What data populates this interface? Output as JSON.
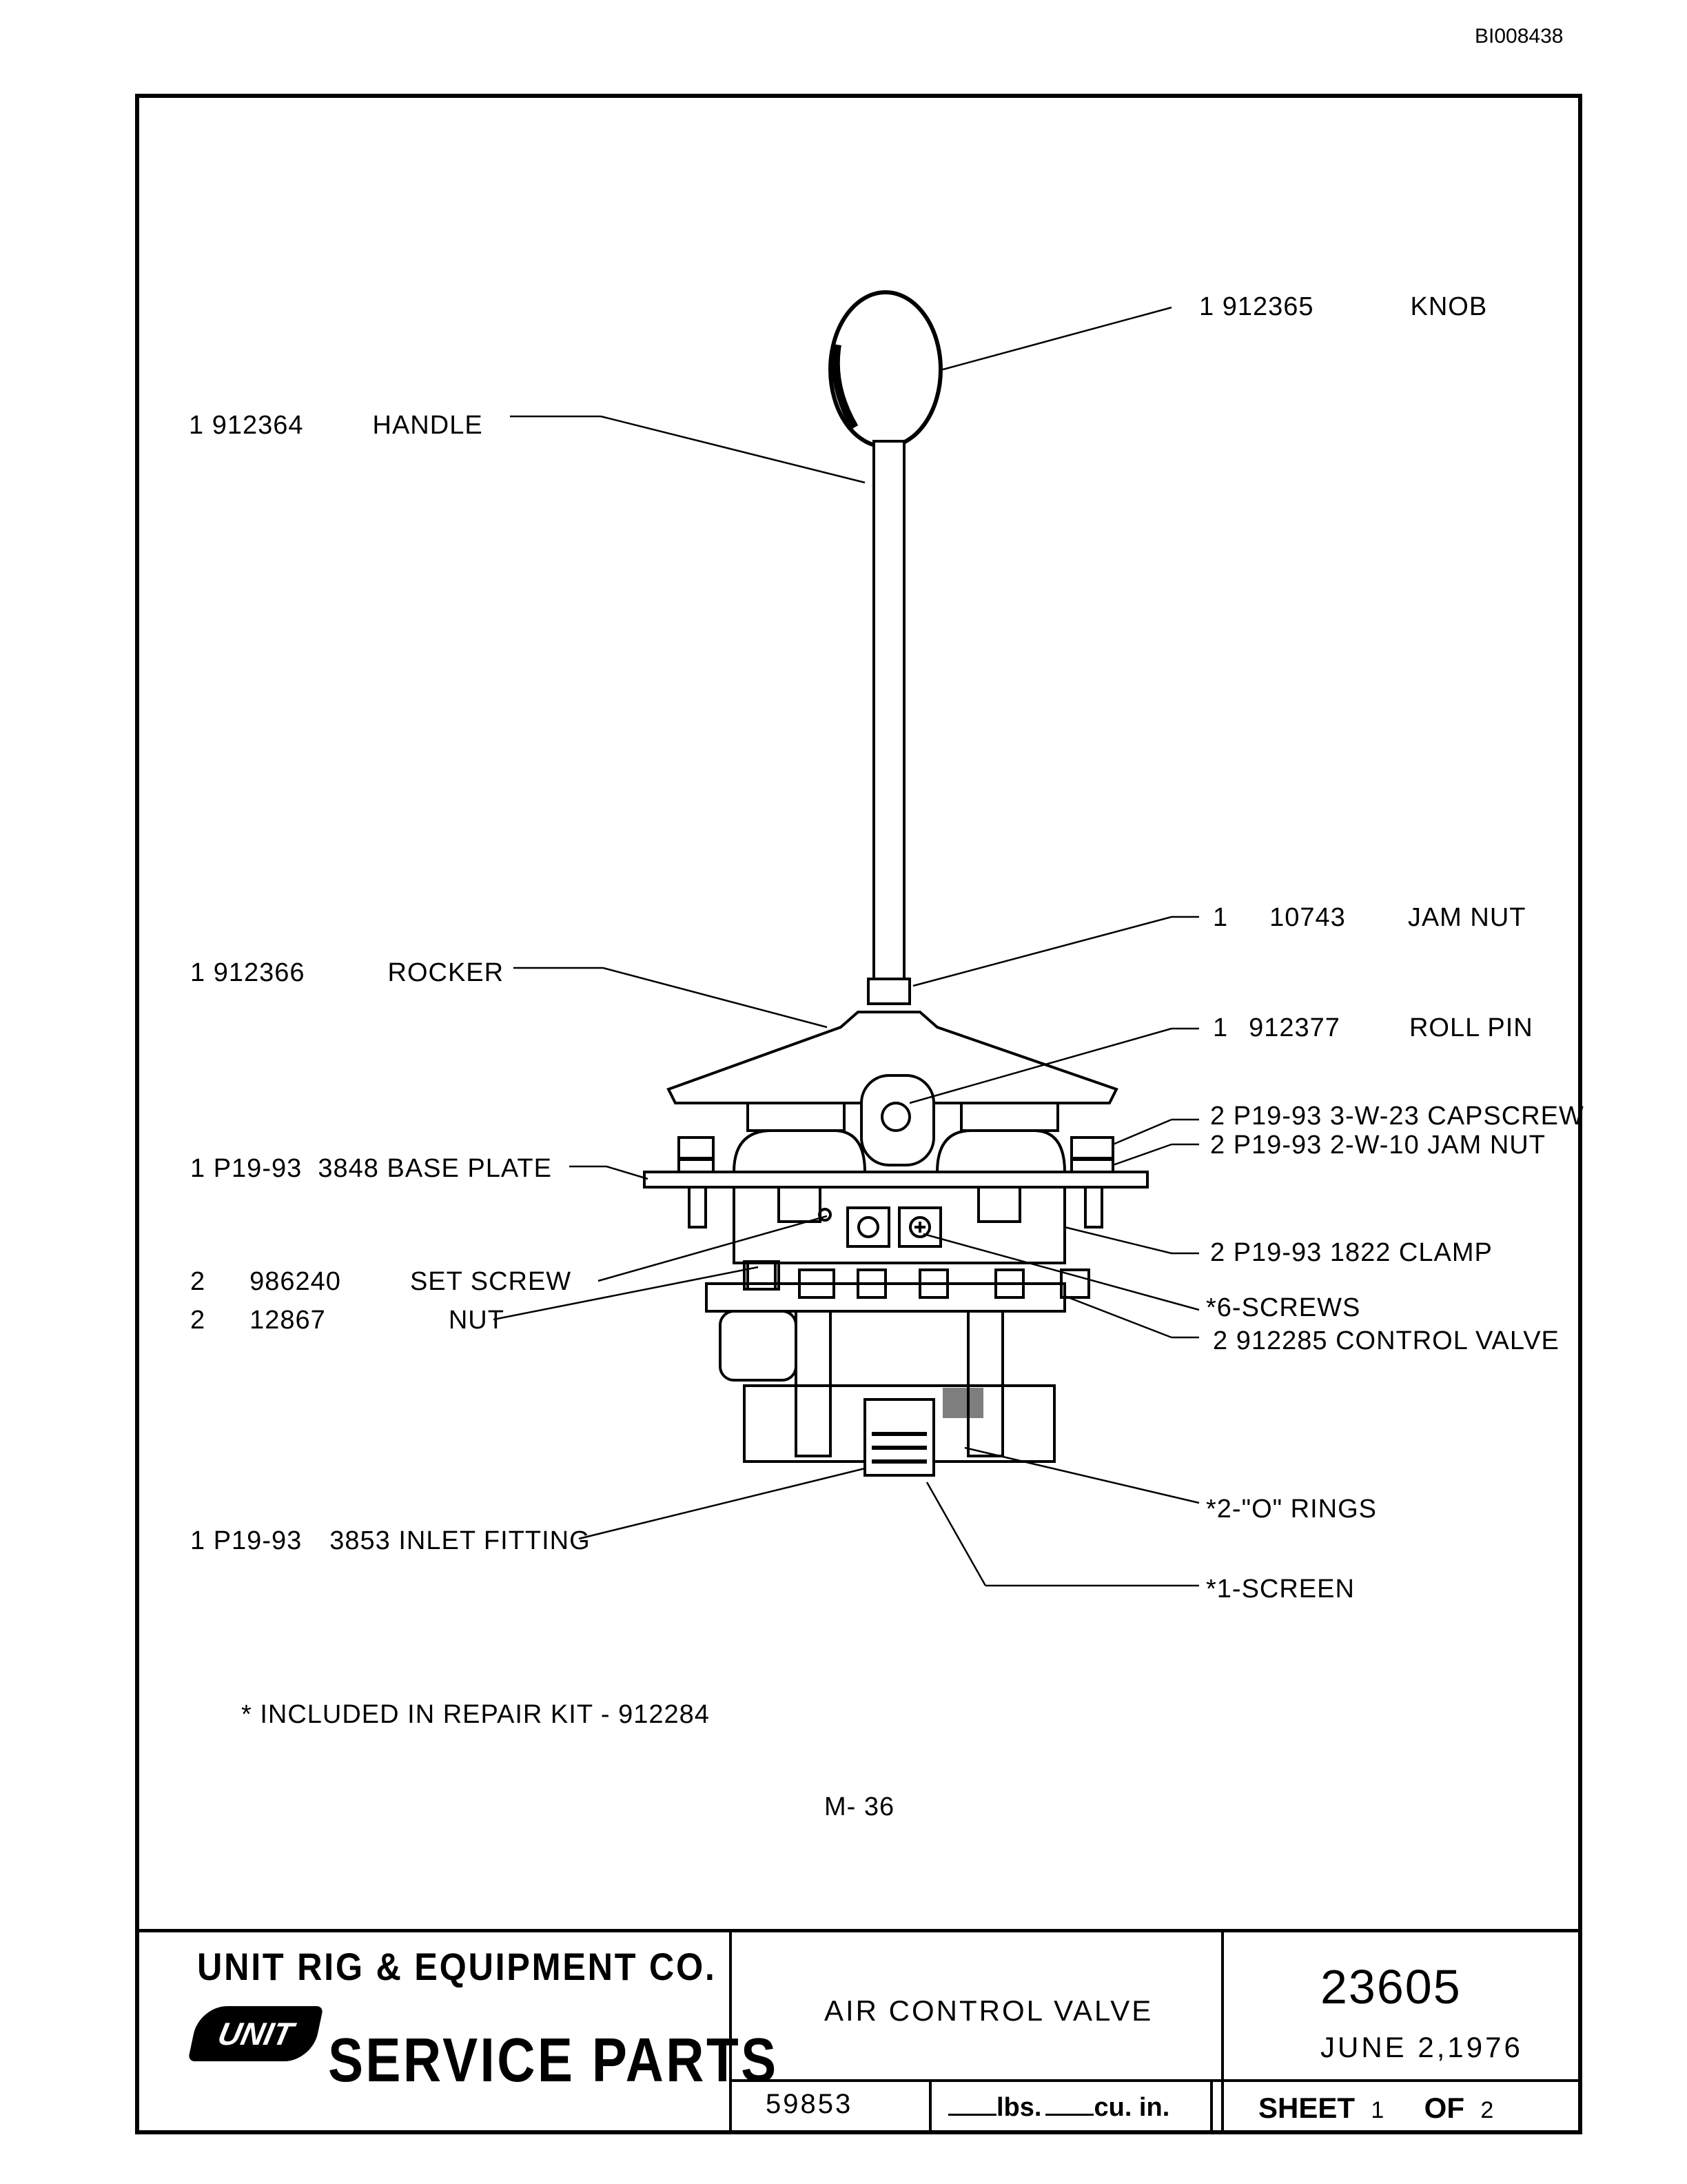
{
  "doc_id": "BI008438",
  "callouts": [
    {
      "qty": "1",
      "part": "912365",
      "desc": "KNOB"
    },
    {
      "qty": "1",
      "part": "912364",
      "desc": "HANDLE"
    },
    {
      "qty": "1",
      "part": "10743",
      "desc": "JAM NUT"
    },
    {
      "qty": "1",
      "part": "912366",
      "desc": "ROCKER"
    },
    {
      "qty": "1",
      "part": "912377",
      "desc": "ROLL PIN"
    },
    {
      "qty": "2",
      "part": "P19-93",
      "desc": "3-W-23 CAPSCREW"
    },
    {
      "qty": "2",
      "part": "P19-93",
      "desc": "2-W-10 JAM NUT"
    },
    {
      "qty": "1",
      "part": "P19-93",
      "desc": "3848 BASE PLATE"
    },
    {
      "qty": "2",
      "part": "P19-93",
      "desc": "1822 CLAMP"
    },
    {
      "qty": "2",
      "part": "986240",
      "desc": "SET SCREW"
    },
    {
      "qty": "2",
      "part": "12867",
      "desc": "NUT"
    },
    {
      "qty": "",
      "part": "",
      "desc": "*6-SCREWS"
    },
    {
      "qty": "2",
      "part": "912285",
      "desc": "CONTROL VALVE"
    },
    {
      "qty": "",
      "part": "",
      "desc": "*2-\"O\" RINGS"
    },
    {
      "qty": "1",
      "part": "P19-93",
      "desc": "3853 INLET FITTING"
    },
    {
      "qty": "",
      "part": "",
      "desc": "*1-SCREEN"
    }
  ],
  "note": "* INCLUDED IN REPAIR KIT - 912284",
  "page_code": "M- 36",
  "title_block": {
    "company": "UNIT RIG & EQUIPMENT CO.",
    "logo_text": "UNIT RIG",
    "service": "SERVICE PARTS",
    "title": "AIR CONTROL VALVE",
    "drawing_number": "23605",
    "date": "JUNE 2,1976",
    "part_number": "59853",
    "weight_unit": "lbs.",
    "volume_unit": "cu. in.",
    "sheet_label": "SHEET",
    "sheet_num": "1",
    "of_label": "OF",
    "sheet_total": "2"
  }
}
